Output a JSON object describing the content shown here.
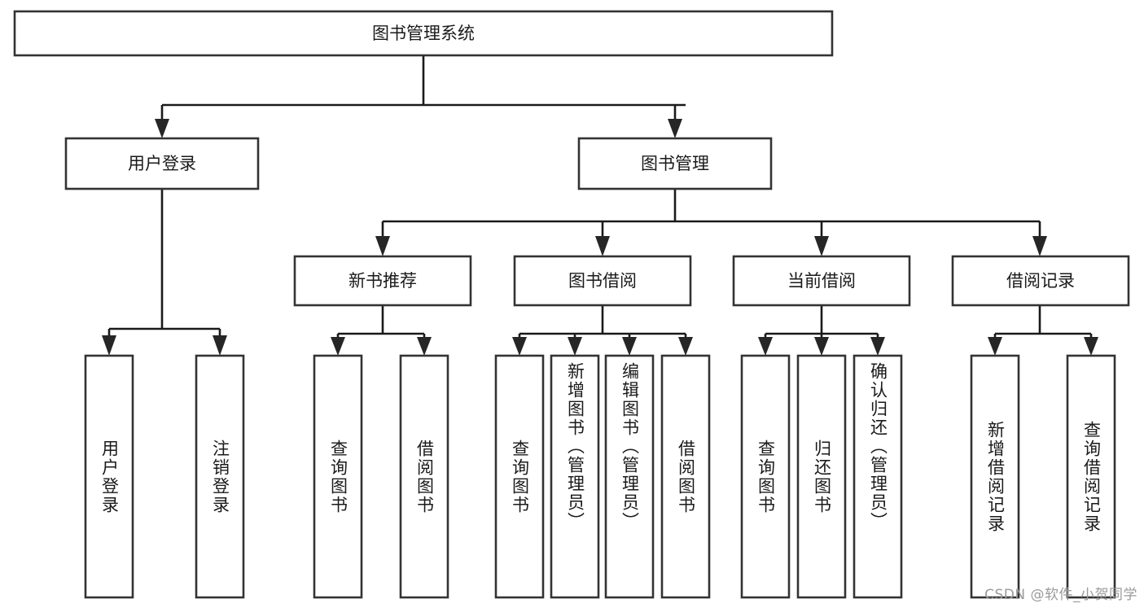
{
  "diagram": {
    "type": "tree-hierarchy",
    "title": "图书管理系统",
    "orientation": "top-down",
    "root": {
      "id": "root",
      "label": "图书管理系统"
    },
    "level1": [
      {
        "id": "user-login",
        "label": "用户登录"
      },
      {
        "id": "book-manage",
        "label": "图书管理"
      }
    ],
    "level2": [
      {
        "id": "new-book-rec",
        "label": "新书推荐",
        "parent": "book-manage"
      },
      {
        "id": "book-borrow",
        "label": "图书借阅",
        "parent": "book-manage"
      },
      {
        "id": "current-borrow",
        "label": "当前借阅",
        "parent": "book-manage"
      },
      {
        "id": "borrow-record",
        "label": "借阅记录",
        "parent": "book-manage"
      }
    ],
    "leaves": {
      "user-login": [
        {
          "id": "leaf-user-login",
          "label": "用户登录"
        },
        {
          "id": "leaf-user-logout",
          "label": "注销登录"
        }
      ],
      "new-book-rec": [
        {
          "id": "leaf-query-book-1",
          "label": "查询图书"
        },
        {
          "id": "leaf-borrow-book-1",
          "label": "借阅图书"
        }
      ],
      "book-borrow": [
        {
          "id": "leaf-query-book-2",
          "label": "查询图书"
        },
        {
          "id": "leaf-add-book",
          "label": "新增图书（管理员）"
        },
        {
          "id": "leaf-edit-book",
          "label": "编辑图书（管理员）"
        },
        {
          "id": "leaf-borrow-book-2",
          "label": "借阅图书"
        }
      ],
      "current-borrow": [
        {
          "id": "leaf-query-book-3",
          "label": "查询图书"
        },
        {
          "id": "leaf-return-book",
          "label": "归还图书"
        },
        {
          "id": "leaf-confirm-return",
          "label": "确认归还（管理员）"
        }
      ],
      "borrow-record": [
        {
          "id": "leaf-add-record",
          "label": "新增借阅记录"
        },
        {
          "id": "leaf-query-record",
          "label": "查询借阅记录"
        }
      ]
    }
  },
  "watermark": {
    "text": "CSDN @软件_小贺同学"
  },
  "colors": {
    "box_stroke": "#333333",
    "box_fill": "#ffffff",
    "connector": "#1a1a1a",
    "text": "#1a1a1a",
    "watermark": "#9a9a9a",
    "background": "#ffffff"
  }
}
